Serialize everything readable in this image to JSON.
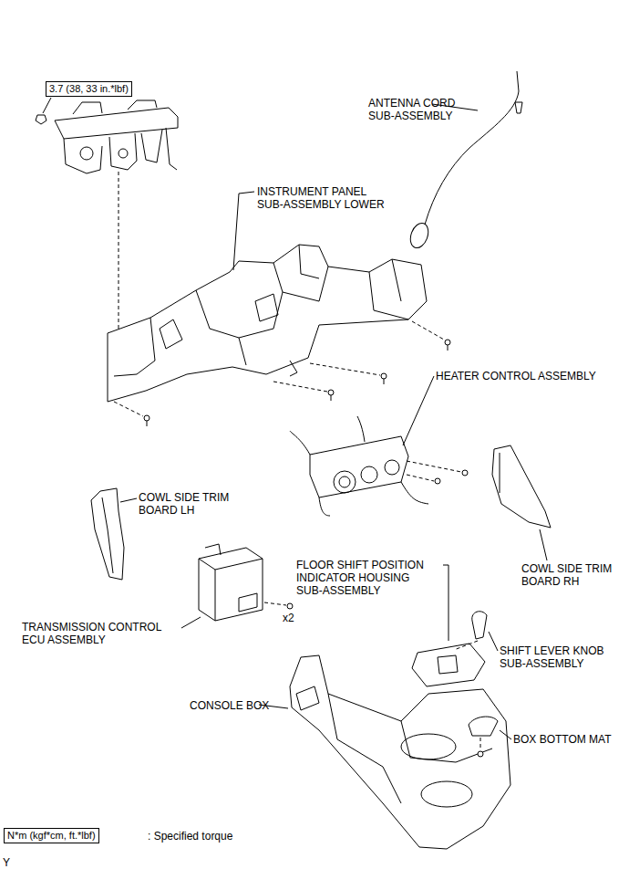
{
  "diagram": {
    "nodes": [
      {
        "text": [
          "3.7 (38, 33 in.*lbf)"
        ]
      },
      {
        "text": [
          "N*m (kgf*cm, ft.*lbf)"
        ]
      }
    ],
    "labels": [
      "ANTENNA CORD SUB-ASSEMBLY",
      "INSTRUMENT PANEL SUB-ASSEMBLY LOWER",
      "HEATER CONTROL ASSEMBLY",
      "COWL SIDE TRIM BOARD LH",
      "COWL SIDE TRIM BOARD RH",
      "FLOOR SHIFT POSITION INDICATOR HOUSING SUB-ASSEMBLY",
      "TRANSMISSION CONTROL ECU ASSEMBLY",
      "x2",
      "SHIFT LEVER KNOB SUB-ASSEMBLY",
      "CONSOLE BOX",
      "BOX BOTTOM MAT",
      ": Specified torque",
      "Y"
    ]
  }
}
